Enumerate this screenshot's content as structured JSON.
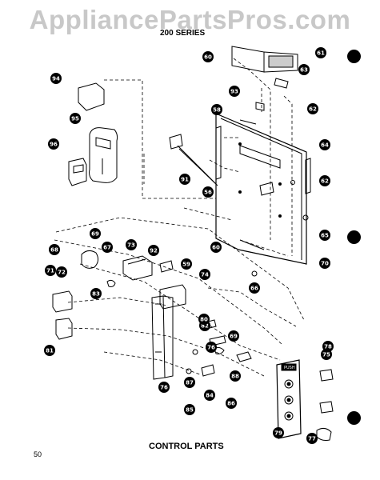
{
  "watermark": "AppliancePartsPros.com",
  "series_label": "200 SERIES",
  "caption": "CONTROL PARTS",
  "page_number": "50",
  "panel_text": "PUSH",
  "callouts": [
    "60",
    "61",
    "63",
    "94",
    "93",
    "95",
    "62",
    "96",
    "58",
    "64",
    "91",
    "56",
    "62",
    "69",
    "65",
    "60",
    "68",
    "73",
    "92",
    "59",
    "66",
    "70",
    "72",
    "67",
    "71",
    "74",
    "83",
    "82",
    "80",
    "88",
    "81",
    "75",
    "76",
    "87",
    "76",
    "84",
    "85",
    "86",
    "69",
    "78",
    "79",
    "77"
  ]
}
